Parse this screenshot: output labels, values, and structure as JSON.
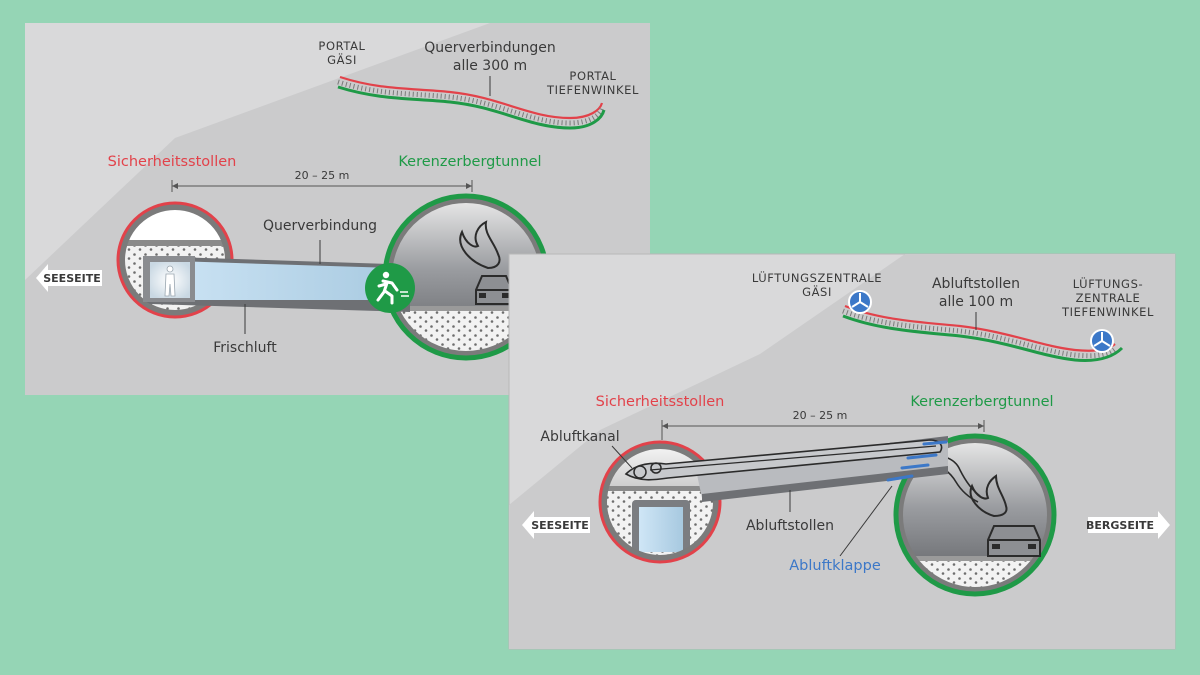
{
  "panel_top": {
    "portal_left": [
      "PORTAL",
      "GÄSI"
    ],
    "cross_connections": [
      "Querverbindungen",
      "alle 300 m"
    ],
    "portal_right": [
      "PORTAL",
      "TIEFENWINKEL"
    ],
    "safety_gallery": "Sicherheitsstollen",
    "main_tunnel": "Kerenzerbergtunnel",
    "distance": "20 – 25 m",
    "cross_passage": "Querverbindung",
    "fresh_air": "Frischluft",
    "direction_left": "SEESEITE"
  },
  "panel_bottom": {
    "vent_left": [
      "LÜFTUNGSZENTRALE",
      "GÄSI"
    ],
    "exhaust_gallery_interval": [
      "Abluftstollen",
      "alle 100 m"
    ],
    "vent_right": [
      "LÜFTUNGS-",
      "ZENTRALE",
      "TIEFENWINKEL"
    ],
    "safety_gallery": "Sicherheitsstollen",
    "main_tunnel": "Kerenzerbergtunnel",
    "distance": "20 – 25 m",
    "exhaust_duct": "Abluftkanal",
    "exhaust_gallery": "Abluftstollen",
    "exhaust_flap": "Abluftklappe",
    "direction_left": "SEESEITE",
    "direction_right": "BERGSEITE"
  },
  "colors": {
    "background": "#95d5b5",
    "panel": "#d9d9da",
    "red": "#e2424a",
    "green": "#1f9a47",
    "blue": "#3c78c8"
  }
}
